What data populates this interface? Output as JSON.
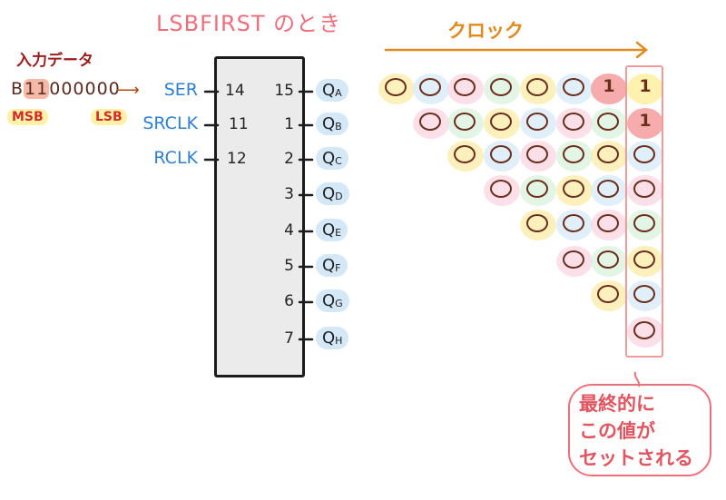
{
  "title": "LSBFIRST のとき",
  "input": {
    "label": "入力データ",
    "prefix": "B",
    "ones": "11",
    "zeros": "000000",
    "msb_label": "MSB",
    "lsb_label": "LSB"
  },
  "left_pins": [
    {
      "name": "SER",
      "number": "14"
    },
    {
      "name": "SRCLK",
      "number": "11"
    },
    {
      "name": "RCLK",
      "number": "12"
    }
  ],
  "outputs": [
    {
      "number": "15",
      "letter": "Q",
      "sub": "A"
    },
    {
      "number": "1",
      "letter": "Q",
      "sub": "B"
    },
    {
      "number": "2",
      "letter": "Q",
      "sub": "C"
    },
    {
      "number": "3",
      "letter": "Q",
      "sub": "D"
    },
    {
      "number": "4",
      "letter": "Q",
      "sub": "E"
    },
    {
      "number": "5",
      "letter": "Q",
      "sub": "F"
    },
    {
      "number": "6",
      "letter": "Q",
      "sub": "G"
    },
    {
      "number": "7",
      "letter": "Q",
      "sub": "H"
    }
  ],
  "clock_label": "クロック",
  "shift_grid": [
    [
      "0",
      "0",
      "0",
      "0",
      "0",
      "0",
      "1",
      "1"
    ],
    [
      "0",
      "0",
      "0",
      "0",
      "0",
      "0",
      "1"
    ],
    [
      "0",
      "0",
      "0",
      "0",
      "0",
      "0"
    ],
    [
      "0",
      "0",
      "0",
      "0",
      "0"
    ],
    [
      "0",
      "0",
      "0",
      "0"
    ],
    [
      "0",
      "0",
      "0"
    ],
    [
      "0",
      "0"
    ],
    [
      "0"
    ]
  ],
  "callout_lines": [
    "最終的に",
    "この値が",
    "セットされる"
  ],
  "colors": {
    "title": "#ee6f7c",
    "pin_label": "#2f7fd2",
    "clock": "#e08a1f",
    "digit": "#6a2f1c",
    "highlight_one": "#f5a3a3",
    "highlight_final_one": "#fff1a6",
    "highlight_palette": [
      "#fbe9a0",
      "#d4e8f8",
      "#fbd3df",
      "#d7f1d8"
    ]
  }
}
